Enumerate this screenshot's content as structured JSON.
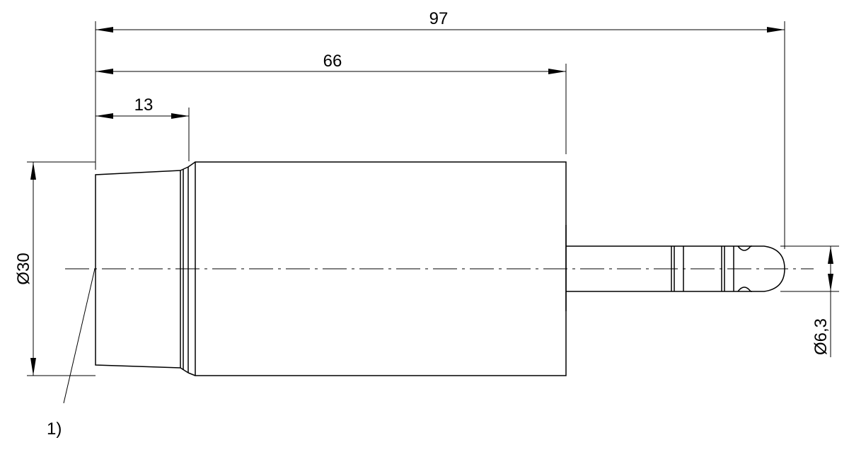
{
  "dimensions": {
    "total_length": "97",
    "body_length": "66",
    "cap_length": "13",
    "body_diameter": "Ø30",
    "plug_diameter": "Ø6,3"
  },
  "callouts": {
    "note_1": "1)"
  },
  "colors": {
    "line": "#000000",
    "background": "#ffffff"
  }
}
